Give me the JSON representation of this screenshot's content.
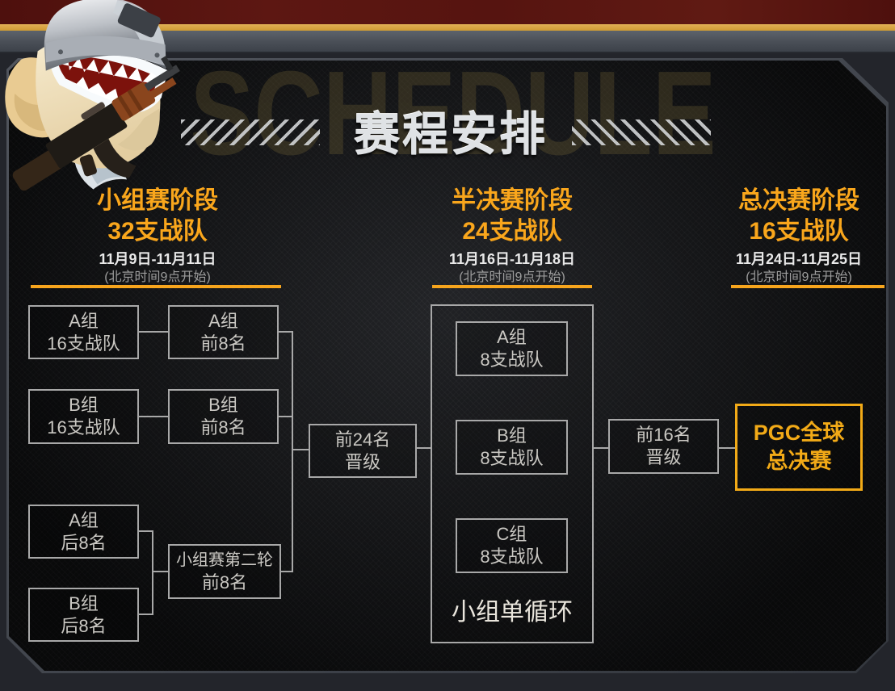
{
  "title": {
    "text": "赛程安排",
    "watermark": "SCHEDULE"
  },
  "stages": [
    {
      "name": "小组赛阶段",
      "teams": "32支战队",
      "dates": "11月9日-11月11日",
      "time_note": "(北京时间9点开始)"
    },
    {
      "name": "半决赛阶段",
      "teams": "24支战队",
      "dates": "11月16日-11月18日",
      "time_note": "(北京时间9点开始)"
    },
    {
      "name": "总决赛阶段",
      "teams": "16支战队",
      "dates": "11月24日-11月25日",
      "time_note": "(北京时间9点开始)"
    }
  ],
  "bracket": {
    "group_a_16": {
      "line1": "A组",
      "line2": "16支战队"
    },
    "group_b_16": {
      "line1": "B组",
      "line2": "16支战队"
    },
    "group_a_top8": {
      "line1": "A组",
      "line2": "前8名"
    },
    "group_b_top8": {
      "line1": "B组",
      "line2": "前8名"
    },
    "group_a_bottom8": {
      "line1": "A组",
      "line2": "后8名"
    },
    "group_b_bottom8": {
      "line1": "B组",
      "line2": "后8名"
    },
    "second_round": {
      "line1": "小组赛第二轮",
      "line2": "前8名"
    },
    "advance_24": {
      "line1": "前24名",
      "line2": "晋级"
    },
    "semi_group_a": {
      "line1": "A组",
      "line2": "8支战队"
    },
    "semi_group_b": {
      "line1": "B组",
      "line2": "8支战队"
    },
    "semi_group_c": {
      "line1": "C组",
      "line2": "8支战队"
    },
    "round_robin_note": "小组单循环",
    "advance_16": {
      "line1": "前16名",
      "line2": "晋级"
    },
    "final": {
      "line1": "PGC全球",
      "line2": "总决赛"
    }
  },
  "mascot": {
    "description": "shark-with-helmet-and-rifle"
  },
  "colors": {
    "accent_gold": "#f7a51d",
    "header_gold": "#f9a61c",
    "final_gold": "#f2aa17",
    "box_border": "#a8a8a8",
    "box_text": "#cac8c3",
    "connector": "#a8a8a8",
    "date_text": "#e9e9e9",
    "note_text": "#9d9d9d",
    "round_robin_text": "#eae6dd",
    "title_silver": "#dfe2e5",
    "watermark": "#6b5d33",
    "red_band": "#5a1410",
    "gold_stripe": "#d5a23d",
    "metal_band": "#4d525a",
    "panel_bg": "#141517"
  }
}
